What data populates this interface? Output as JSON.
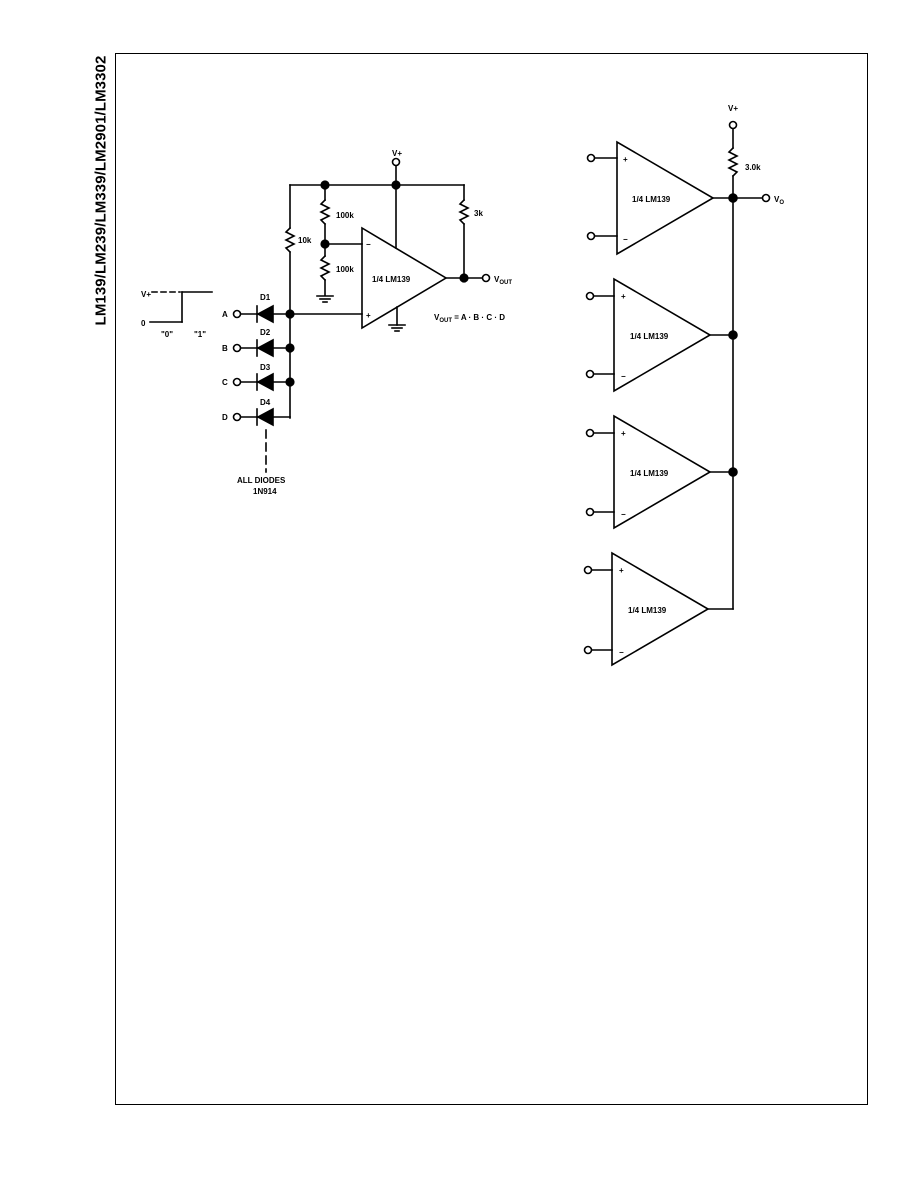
{
  "side_title": "LM139/LM239/LM339/LM2901/LM3302",
  "left_circuit": {
    "supply_label": "V+",
    "comparator_label": "1/4 LM139",
    "resistors": {
      "r_divider_top": "100k",
      "r_divider_bottom": "100k",
      "r_pullup": "10k",
      "r_load": "3k"
    },
    "output_label": "V",
    "output_subscript": "OUT",
    "equation": "V",
    "equation_subscript": "OUT",
    "equation_rest": " = A · B · C · D",
    "inputs": [
      "A",
      "B",
      "C",
      "D"
    ],
    "diodes": [
      "D1",
      "D2",
      "D3",
      "D4"
    ],
    "diode_note_line1": "ALL DIODES",
    "diode_note_line2": "1N914",
    "waveform": {
      "high": "V+",
      "low": "0",
      "state0": "\"0\"",
      "state1": "\"1\""
    }
  },
  "right_circuit": {
    "supply_label": "V+",
    "resistor_label": "3.0k",
    "output_label": "V",
    "output_subscript": "O",
    "comparators": [
      "1/4 LM139",
      "1/4 LM139",
      "1/4 LM139",
      "1/4 LM139"
    ],
    "plus_sign": "+",
    "minus_sign": "−"
  }
}
